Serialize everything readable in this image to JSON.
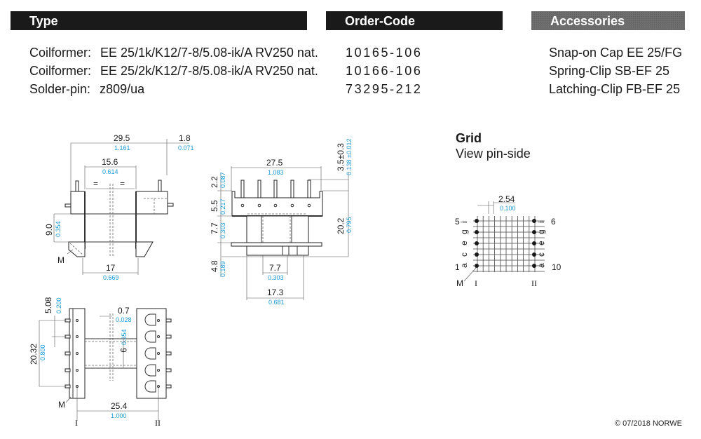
{
  "headers": {
    "type": "Type",
    "order_code": "Order-Code",
    "accessories": "Accessories"
  },
  "items": [
    {
      "label": "Coilformer:",
      "type": "EE 25/1k/K12/7-8/5.08-ik/A RV250 nat.",
      "order_code": "10165-106"
    },
    {
      "label": "Coilformer:",
      "type": "EE 25/2k/K12/7-8/5.08-ik/A RV250 nat.",
      "order_code": "10166-106"
    },
    {
      "label": "Solder-pin:",
      "type": "z809/ua",
      "order_code": "73295-212"
    }
  ],
  "accessories": [
    "Snap-on Cap EE 25/FG",
    "Spring-Clip SB-EF 25",
    "Latching-Clip FB-EF 25"
  ],
  "drawing_side": {
    "width_mm": "29.5",
    "width_in": "1.161",
    "pin_offset_mm": "1.8",
    "pin_offset_in": "0.071",
    "center_mm": "15.6",
    "center_in": "0.614",
    "equal": "=",
    "height_mm": "9.0",
    "height_in": "0.354",
    "base_mm": "17",
    "base_in": "0.669",
    "marker": "M"
  },
  "drawing_front": {
    "width_mm": "27.5",
    "width_in": "1.083",
    "pin_len_mm": "3.5±0.3",
    "pin_len_in": "0.138 ±0.012",
    "pin_top_mm": "2.2",
    "pin_top_in": "0.087",
    "flange_mm": "5.5",
    "flange_in": "0.217",
    "winding_mm": "7.7",
    "winding_in": "0.303",
    "total_mm": "20.2",
    "total_in": "0.795",
    "bottom_mm": "4.8",
    "bottom_in": "0.189",
    "core_mm": "7.7",
    "core_in": "0.303",
    "outer_mm": "17.3",
    "outer_in": "0.681"
  },
  "drawing_bottom": {
    "pitch_mm": "5.08",
    "pitch_in": "0.200",
    "span_mm": "20.32",
    "span_in": "0.800",
    "slot_mm": "0.7",
    "slot_in": "0.028",
    "inner_mm": "9",
    "inner_in": "0.354",
    "row_mm": "25.4",
    "row_in": "1.000",
    "marker": "M",
    "row_left": "I",
    "row_right": "II"
  },
  "grid": {
    "title": "Grid",
    "subtitle": "View pin-side",
    "pitch_mm": "2.54",
    "pitch_in": "0.100",
    "pin_top_left": "5",
    "pin_top_right": "6",
    "pin_bottom_left": "1",
    "pin_bottom_right": "10",
    "letters": [
      "i",
      "g",
      "e",
      "c",
      "a"
    ],
    "marker": "M",
    "row_left": "I",
    "row_right": "II"
  },
  "footer": {
    "copyright": "© 07/2018 NORWE"
  }
}
